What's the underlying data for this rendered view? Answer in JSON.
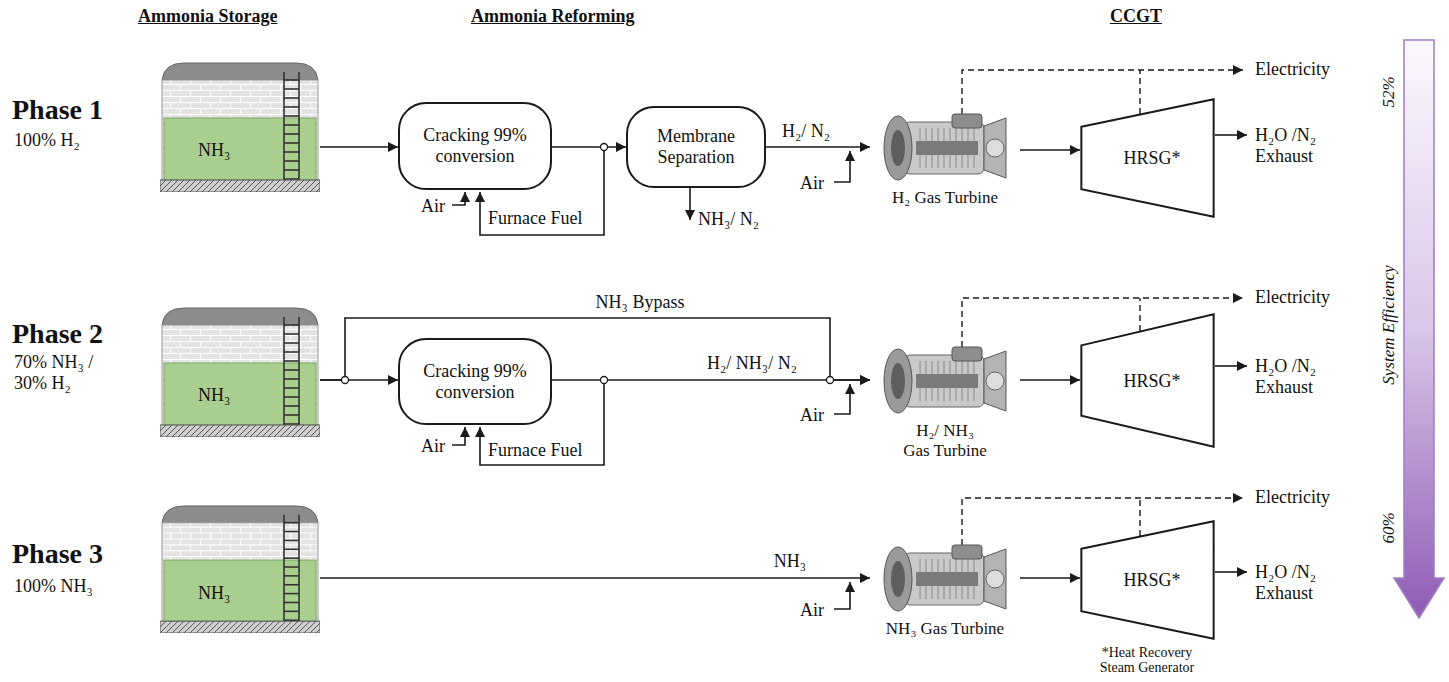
{
  "diagram": {
    "nodes": [
      {
        "text": [
          "NH₃"
        ]
      },
      {
        "text": [
          "Cracking 99% conversion"
        ]
      },
      {
        "text": [
          "Membrane Separation"
        ]
      },
      {
        "text": [
          "H₂ Gas Turbine"
        ]
      },
      {
        "text": [
          "HRSG*"
        ]
      },
      {
        "text": [
          "NH₃"
        ]
      },
      {
        "text": [
          "Cracking 99% conversion"
        ]
      },
      {
        "text": [
          "H₂/ NH₃ Gas Turbine"
        ]
      },
      {
        "text": [
          "HRSG*"
        ]
      },
      {
        "text": [
          "NH₃"
        ]
      },
      {
        "text": [
          "NH₃ Gas Turbine"
        ]
      },
      {
        "text": [
          "HRSG*"
        ]
      }
    ],
    "edges": [
      {
        "from": 0,
        "to": 1,
        "arrow": "to"
      },
      {
        "from": 1,
        "to": 2,
        "arrow": "to"
      },
      {
        "from": 2,
        "to": 3,
        "label": "H₂/ N₂",
        "arrow": "to"
      },
      {
        "from": 3,
        "to": 4,
        "arrow": "to"
      },
      {
        "from": 5,
        "to": 6,
        "arrow": "to"
      },
      {
        "from": 5,
        "to": 7,
        "label": "NH₃ Bypass",
        "arrow": "to"
      },
      {
        "from": 6,
        "to": 7,
        "label": "H₂/ NH₃/ N₂",
        "arrow": "to"
      },
      {
        "from": 7,
        "to": 8,
        "arrow": "to"
      },
      {
        "from": 9,
        "to": 10,
        "label": "NH₃",
        "arrow": "to"
      },
      {
        "from": 10,
        "to": 11,
        "arrow": "to"
      }
    ],
    "labels": [
      "Ammonia Storage",
      "Ammonia Reforming",
      "CCGT",
      "Phase 1",
      "100% H₂",
      "Air",
      "Furnace Fuel",
      "NH₃/ N₂",
      "Air",
      "Electricity",
      "H₂O /N₂ Exhaust",
      "Phase 2",
      "70% NH₃ / 30% H₂",
      "Air",
      "Furnace Fuel",
      "Air",
      "Electricity",
      "H₂O /N₂ Exhaust",
      "Phase 3",
      "100% NH₃",
      "Air",
      "Electricity",
      "H₂O /N₂ Exhaust",
      "*Heat Recovery Steam Generator",
      "52%",
      "System Efficiency",
      "60%"
    ]
  }
}
